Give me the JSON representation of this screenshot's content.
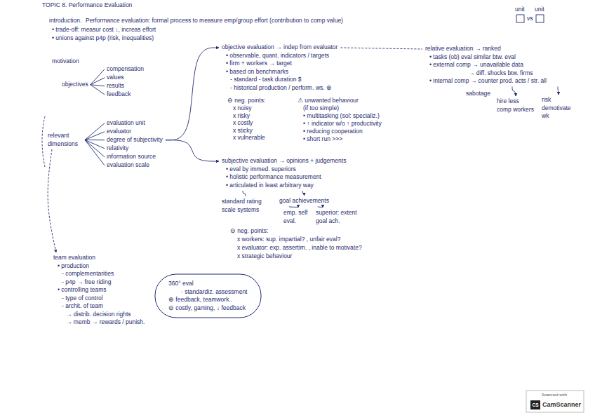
{
  "diagram": {
    "title": "TOPIC 8. Performance Evaluation",
    "nodes": [
      {
        "text": [
          "objectives"
        ]
      },
      {
        "text": [
          "compensation"
        ]
      },
      {
        "text": [
          "values"
        ]
      },
      {
        "text": [
          "results"
        ]
      },
      {
        "text": [
          "feedback"
        ]
      },
      {
        "text": [
          "relevant dimensions"
        ]
      },
      {
        "text": [
          "evaluation unit"
        ]
      },
      {
        "text": [
          "evaluator"
        ]
      },
      {
        "text": [
          "degree of subjectivity"
        ]
      },
      {
        "text": [
          "relativity"
        ]
      },
      {
        "text": [
          "information source"
        ]
      },
      {
        "text": [
          "evaluation scale"
        ]
      },
      {
        "text": [
          "objective evaluation → indep from evaluator",
          "• observable, quant. indicators / targets",
          "• firm + workers → target",
          "• based on benchmarks",
          "- standard - task duration $",
          "- historical production / perform. ws. ⊕"
        ]
      },
      {
        "text": [
          "subjective evaluation → opinions + judgements",
          "• eval by immed. superiors",
          "• holistic performance measurement",
          "• articulated in least arbitrary way"
        ]
      },
      {
        "text": [
          "relative evaluation → ranked",
          "• tasks (ob) eval similar btw. eval",
          "• external comp → unavailable data",
          "→ diff. shocks btw. firms",
          "• internal comp → counter prod. acts / str. all"
        ]
      },
      {
        "text": [
          "team evaluation",
          "• production",
          "- complementarities",
          "- p4p → free riding",
          "• controlling teams",
          "- type of control",
          "- archit. of team",
          "→ distrib. decision rights",
          "→ memb → rewards / punish."
        ]
      },
      {
        "text": [
          "360° eval",
          "· standardiz. assessment",
          "⊕ feedback, teamwork..",
          "⊖ costly, gaming, ↓ feedback"
        ]
      },
      {
        "text": [
          "standard rating scale systems"
        ]
      },
      {
        "text": [
          "goal achievements"
        ]
      },
      {
        "text": [
          "emp. self eval."
        ]
      },
      {
        "text": [
          "superior: extent goal ach."
        ]
      },
      {
        "text": [
          "hire less comp workers"
        ]
      },
      {
        "text": [
          "risk demotivate wk"
        ]
      }
    ],
    "edges": [
      {
        "from": 0,
        "to": 1,
        "arrow": "none"
      },
      {
        "from": 0,
        "to": 2,
        "arrow": "none"
      },
      {
        "from": 0,
        "to": 3,
        "arrow": "none"
      },
      {
        "from": 0,
        "to": 4,
        "arrow": "none"
      },
      {
        "from": 5,
        "to": 6,
        "arrow": "none"
      },
      {
        "from": 5,
        "to": 7,
        "arrow": "none"
      },
      {
        "from": 5,
        "to": 8,
        "arrow": "none"
      },
      {
        "from": 5,
        "to": 9,
        "arrow": "none"
      },
      {
        "from": 5,
        "to": 10,
        "arrow": "none"
      },
      {
        "from": 5,
        "to": 11,
        "arrow": "none"
      },
      {
        "from": 8,
        "to": 12,
        "arrow": "to"
      },
      {
        "from": 8,
        "to": 13,
        "arrow": "to"
      },
      {
        "from": 12,
        "to": 14,
        "arrow": "none"
      },
      {
        "from": 5,
        "to": 15,
        "arrow": "to"
      },
      {
        "from": 13,
        "to": 17,
        "arrow": "none"
      },
      {
        "from": 13,
        "to": 18,
        "arrow": "to"
      },
      {
        "from": 18,
        "to": 19,
        "arrow": "to"
      },
      {
        "from": 18,
        "to": 20,
        "arrow": "to"
      },
      {
        "from": 14,
        "to": 21,
        "arrow": "to"
      },
      {
        "from": 14,
        "to": 22,
        "arrow": "to"
      }
    ],
    "labels": [
      "introduction.",
      "Performance evaluation: formal process to measure emp/group effort (contribution to comp value)",
      "• trade-off: measur cost ↓, increas effort",
      "• unions against p4p (risk, inequalities)",
      "motivation",
      "⊖ neg. points:",
      "x noisy",
      "x risky",
      "x costly",
      "x sticky",
      "x vulnerable",
      "⚠ unwanted behaviour",
      "(if too simple)",
      "• multitasking (sol: specializ.)",
      "• ↑ indicator w/o ↑ productivity",
      "• reducing cooperation",
      "• short run >>>",
      "unit",
      "unit",
      "vs",
      "sabotage",
      "⊖ neg. points:",
      "x workers: sup. impartial? , unfair eval?",
      "x evaluator: exp. assertim. , inable to motivate?",
      "x strategic behaviour",
      "Scanned with",
      "CS",
      "CamScanner"
    ]
  }
}
